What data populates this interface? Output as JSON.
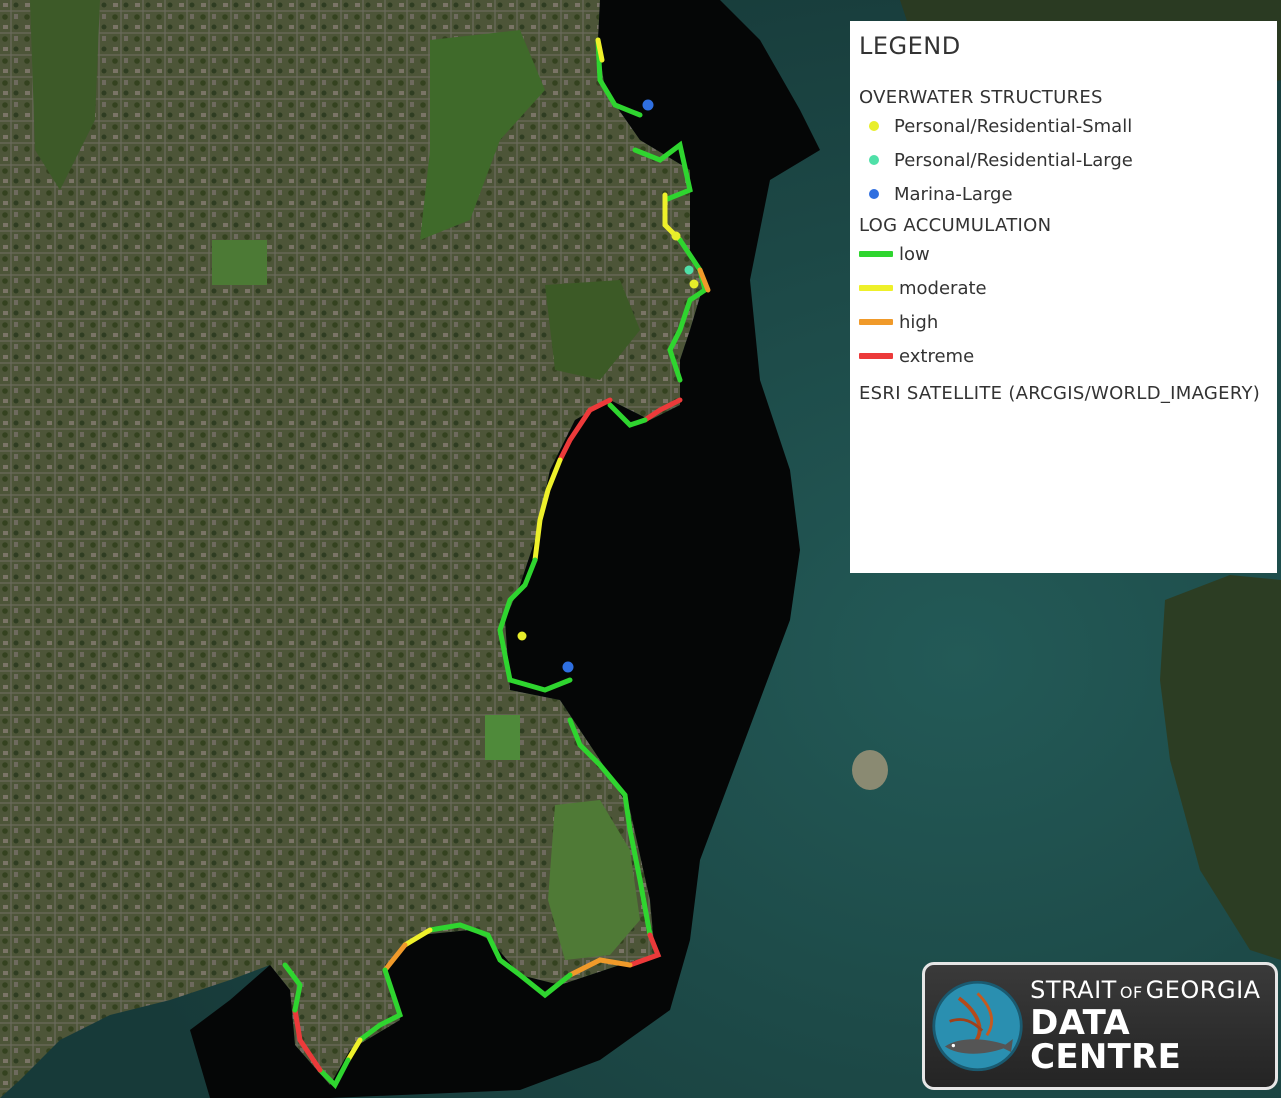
{
  "legend": {
    "title": "LEGEND",
    "overwater_heading": "OVERWATER STRUCTURES",
    "overwater_items": [
      {
        "label": "Personal/Residential-Small",
        "color": "#e8ee2a"
      },
      {
        "label": "Personal/Residential-Large",
        "color": "#4fe0a8"
      },
      {
        "label": "Marina-Large",
        "color": "#2f6fe0"
      }
    ],
    "log_heading": "LOG ACCUMULATION",
    "log_items": [
      {
        "label": "low",
        "color": "#2fd52f"
      },
      {
        "label": "moderate",
        "color": "#eef02a"
      },
      {
        "label": "high",
        "color": "#f09a2a"
      },
      {
        "label": "extreme",
        "color": "#ec3a3a"
      }
    ],
    "basemap": "ESRI SATELLITE (ARCGIS/WORLD_IMAGERY)"
  },
  "logo": {
    "line1_a": "STRAIT",
    "line1_of": "OF",
    "line1_b": "GEORGIA",
    "line2": "DATA CENTRE"
  },
  "colors": {
    "land": "#4a5233",
    "sea": "#1f4c4a",
    "dark_water": "#050606"
  }
}
